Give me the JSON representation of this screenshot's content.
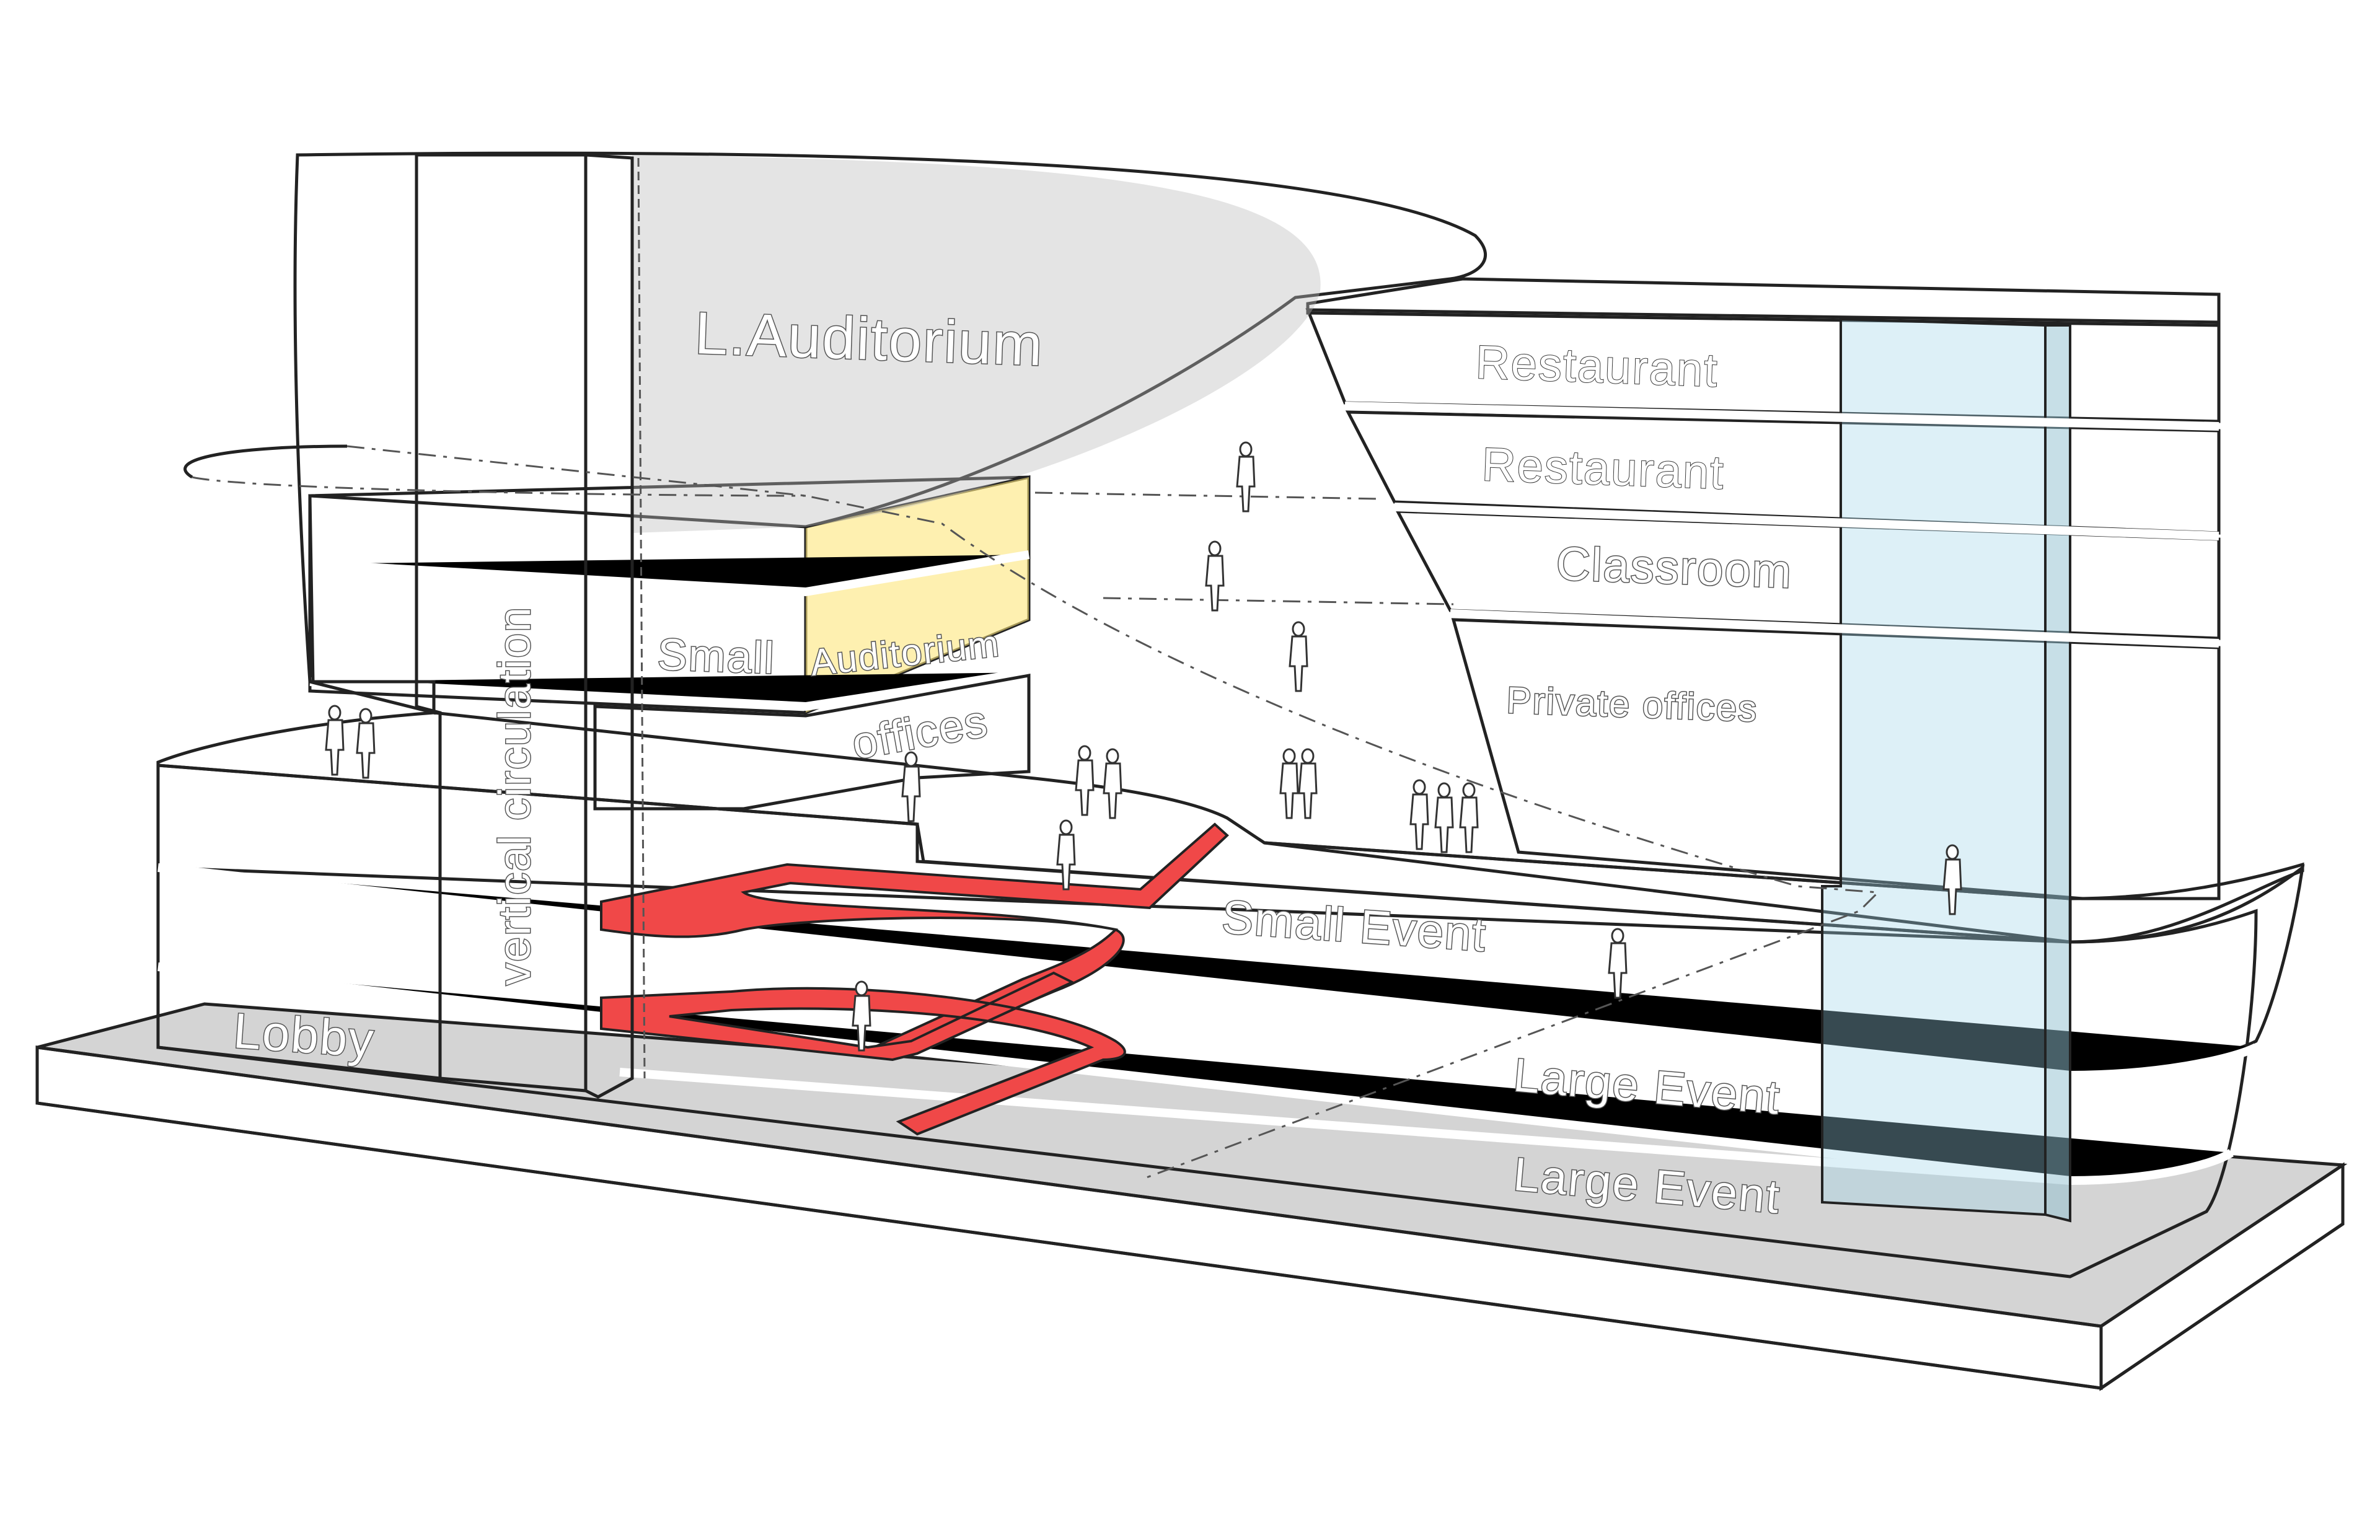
{
  "labels": {
    "auditorium_large": "L.Auditorium",
    "restaurant_1": "Restaurant",
    "restaurant_2": "Restaurant",
    "classroom": "Classroom",
    "private_offices": "Private offices",
    "small_auditorium_1": "Small",
    "small_auditorium_2": "Auditorium",
    "offices": "offices",
    "vertical_circulation": "vertical circulation",
    "small_event": "Small Event",
    "lobby": "Lobby",
    "large_event_1": "Large Event",
    "large_event_2": "Large Event"
  },
  "colors": {
    "auditorium_gray": "#c6c6c6",
    "restaurant_brown": "#7a6a6a",
    "classroom_green": "#dfe6c0",
    "offices_beige": "#f5ecd0",
    "small_auditorium_yellow": "#fde67c",
    "event_blue": "#a8bcd8",
    "large_event_gray": "#a8a8a8",
    "lobby_teal": "#9fb8bd",
    "circulation_cyan": "#dffbff",
    "ramp_red": "#f04848",
    "base_gray": "#d4d4d4",
    "terrace_gray": "#e4e4e4"
  }
}
